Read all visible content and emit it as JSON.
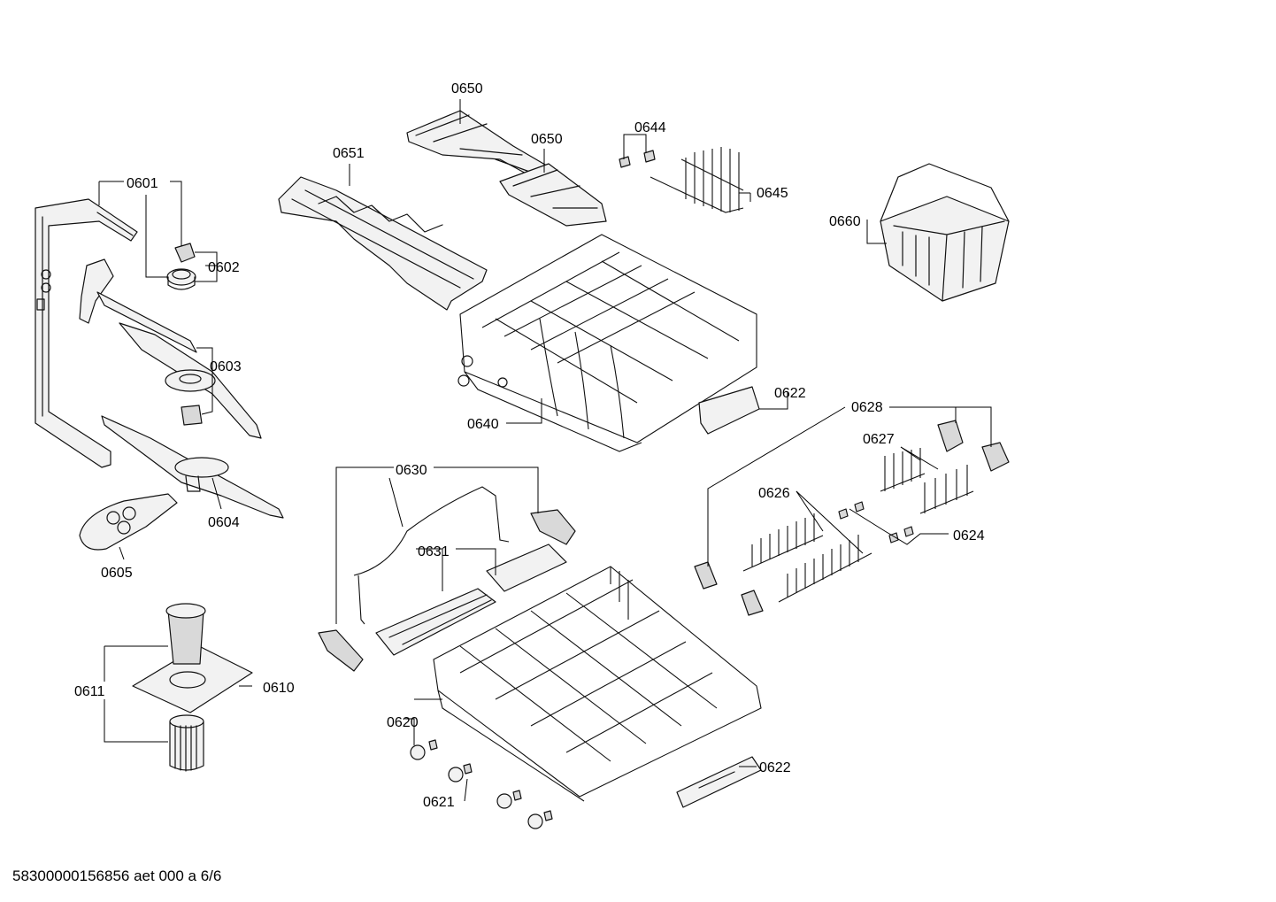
{
  "document": {
    "id_text": "58300000156856 aet 000 a 6/6"
  },
  "callouts": {
    "c0601": "0601",
    "c0602": "0602",
    "c0603": "0603",
    "c0604": "0604",
    "c0605": "0605",
    "c0610": "0610",
    "c0611": "0611",
    "c0620": "0620",
    "c0621": "0621",
    "c0622a": "0622",
    "c0622b": "0622",
    "c0624": "0624",
    "c0626": "0626",
    "c0627": "0627",
    "c0628": "0628",
    "c0630": "0630",
    "c0631": "0631",
    "c0640": "0640",
    "c0644": "0644",
    "c0645": "0645",
    "c0650a": "0650",
    "c0650b": "0650",
    "c0651": "0651",
    "c0660": "0660"
  }
}
